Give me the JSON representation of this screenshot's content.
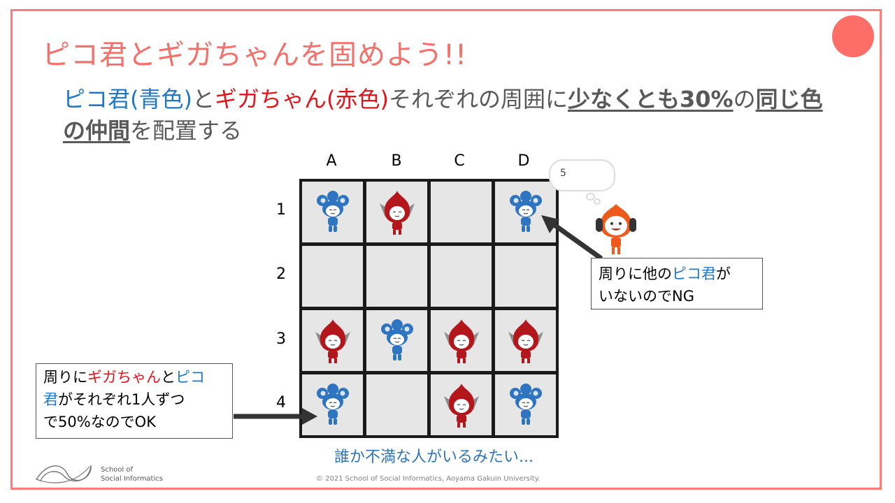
{
  "slide": {
    "title": "ピコ君とギガちゃんを固めよう!!",
    "subtitle": {
      "pico": "ピコ君(青色)",
      "to1": "と",
      "giga": "ギガちゃん(赤色)",
      "mid": "それぞれの周囲に",
      "least": "少なくとも30%",
      "no": "の",
      "same": "同じ色の仲間",
      "end": "を配置する"
    },
    "caption": "誰か不満な人がいるみたい...",
    "copyright": "© 2021 School of Social Informatics, Aoyama Gakuin University.",
    "logo": {
      "line1": "School of",
      "line2": "Social Informatics"
    }
  },
  "grid": {
    "columns": [
      "A",
      "B",
      "C",
      "D"
    ],
    "rows": [
      "1",
      "2",
      "3",
      "4"
    ],
    "cells": [
      [
        "pico",
        "giga",
        "",
        "pico"
      ],
      [
        "",
        "",
        "",
        ""
      ],
      [
        "giga",
        "pico",
        "giga",
        "giga"
      ],
      [
        "pico",
        "",
        "giga",
        "pico"
      ]
    ]
  },
  "thought_bubble": {
    "text": "5"
  },
  "callout_ng": {
    "line1_a": "周りに他の",
    "line1_b": "ピコ君",
    "line1_c": "が",
    "line2": "いないのでNG"
  },
  "callout_ok": {
    "a": "周りに",
    "b": "ギガちゃん",
    "c": "と",
    "d": "ピコ",
    "e": "君",
    "f": "がそれぞれ1人ずつ",
    "g": "で50%なのでOK"
  },
  "colors": {
    "pico": "#2f74c0",
    "giga": "#b3171b",
    "accent": "#f4706b"
  }
}
